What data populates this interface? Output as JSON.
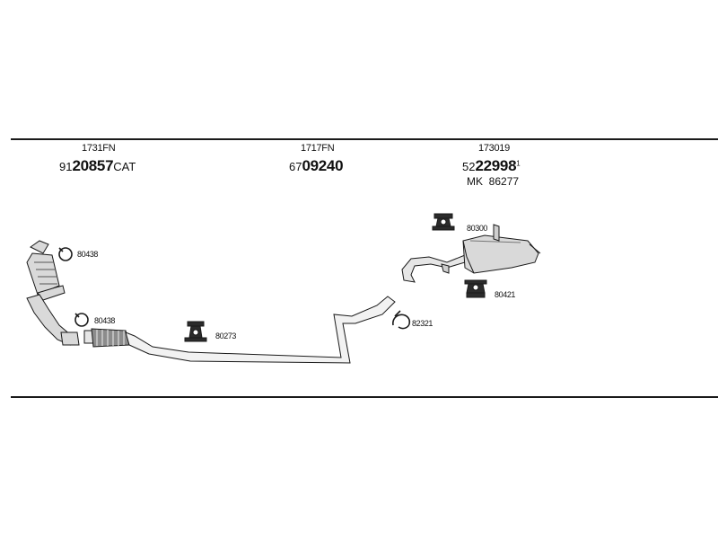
{
  "parts": {
    "front": {
      "ref": "1731FN",
      "num_prefix": "91",
      "num_main": "20857",
      "num_suffix": "CAT"
    },
    "middle": {
      "ref": "1717FN",
      "num_prefix": "67",
      "num_main": "09240"
    },
    "rear": {
      "ref": "173019",
      "num_prefix": "52",
      "num_main": "22998",
      "num_suffix": "1",
      "mk_label": "MK",
      "mk_value": "86277"
    }
  },
  "fittings": {
    "clamp_top_left": "80438",
    "clamp_lower_left": "80438",
    "hanger_middle": "80273",
    "clamp_middle": "82321",
    "hanger_rear_top": "80300",
    "hanger_rear_bottom": "80421"
  },
  "colors": {
    "line": "#1a1a1a",
    "part_fill": "#d9d9d9",
    "part_shade": "#9a9a9a"
  }
}
